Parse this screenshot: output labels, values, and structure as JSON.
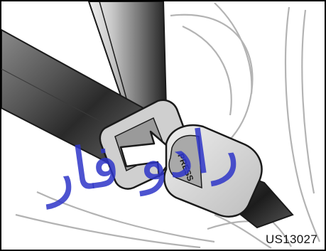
{
  "figure": {
    "code": "US13027",
    "buckle_text": "PRESS",
    "watermark_text": "رادو فار",
    "colors": {
      "outline": "#1a1a1a",
      "belt_dark": "#2a2a2a",
      "belt_light": "#d2d2d2",
      "line_art": "#b0b0b0",
      "watermark": "#2e35c8"
    }
  }
}
